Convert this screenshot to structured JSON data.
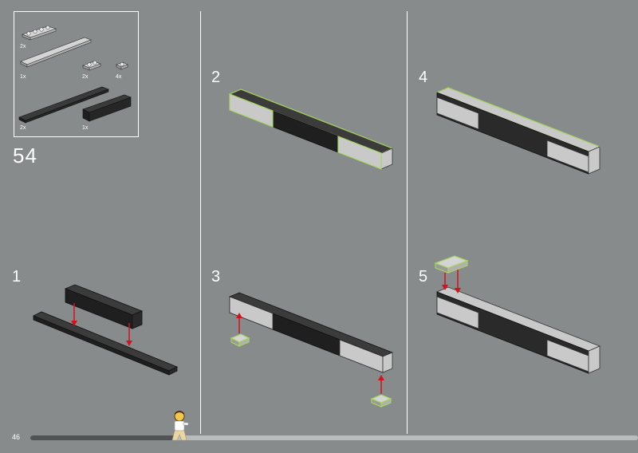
{
  "page": {
    "number": "46",
    "progress_fraction": 0.24
  },
  "parts_list": {
    "items": [
      {
        "name": "plate-1x4-light-grey",
        "qty": "2x"
      },
      {
        "name": "plate-1x10-light-grey",
        "qty": "1x"
      },
      {
        "name": "plate-1x2-light-grey",
        "qty": "2x"
      },
      {
        "name": "plate-1x1-light-grey",
        "qty": "4x"
      },
      {
        "name": "plate-1x12-black",
        "qty": "2x"
      },
      {
        "name": "brick-1x6-black",
        "qty": "1x"
      }
    ]
  },
  "main_step": "54",
  "sub_steps": [
    "1",
    "2",
    "3",
    "4",
    "5"
  ],
  "colors": {
    "background": "#878b8c",
    "arrow": "#d3121b",
    "highlight": "#a6d65a",
    "dark_brick": "#2d2d2d",
    "light_brick": "#c9c9c9"
  },
  "icons": {
    "progress_marker": "minifigure-icon"
  }
}
